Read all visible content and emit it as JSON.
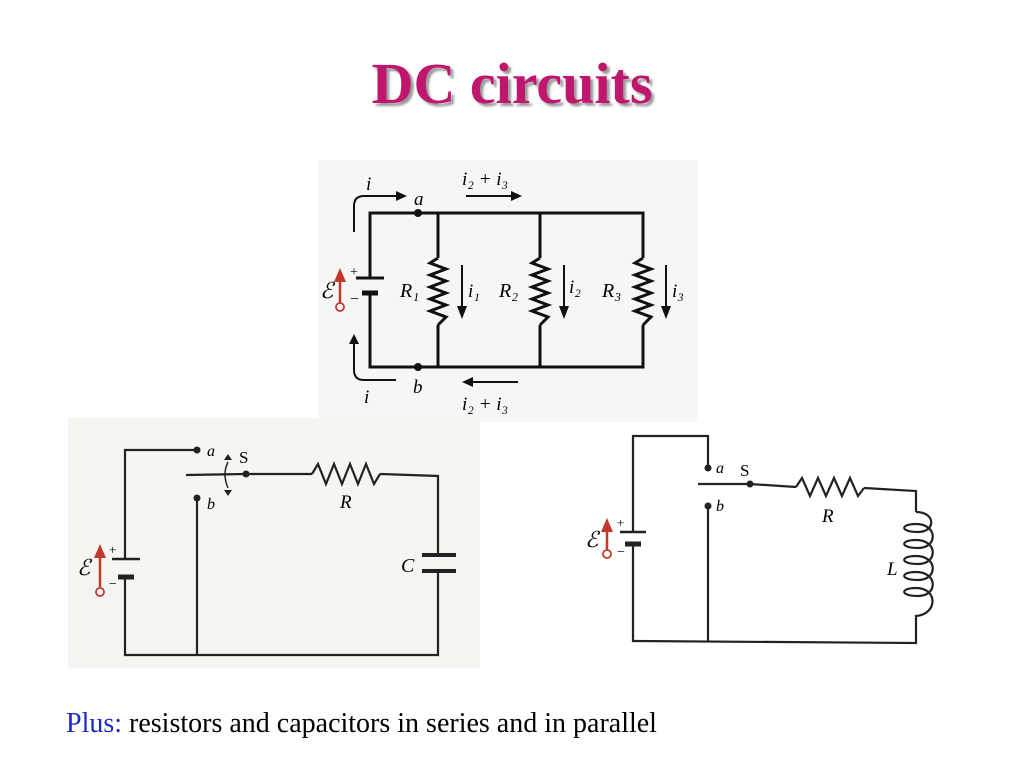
{
  "slide": {
    "title": "DC circuits",
    "footer_lead": "Plus:",
    "footer_text": " resistors and capacitors in series and in parallel"
  },
  "parallel_circuit": {
    "emf": "ℰ",
    "plus": "+",
    "minus": "−",
    "node_a": "a",
    "node_b": "b",
    "current_in": "i",
    "current_out": "i",
    "top_current": "i₂ + i₃",
    "bottom_current": "i₂ + i₃",
    "r1": "R₁",
    "r2": "R₂",
    "r3": "R₃",
    "i1": "i₁",
    "i2": "i₂",
    "i3": "i₃"
  },
  "rc_circuit": {
    "emf": "ℰ",
    "plus": "+",
    "minus": "−",
    "node_a": "a",
    "node_b": "b",
    "switch": "S",
    "resistor": "R",
    "capacitor": "C"
  },
  "rl_circuit": {
    "emf": "ℰ",
    "plus": "+",
    "minus": "−",
    "node_a": "a",
    "node_b": "b",
    "switch": "S",
    "resistor": "R",
    "inductor": "L"
  },
  "colors": {
    "title": "#c0166e",
    "footer_lead": "#1e28c8",
    "emf_arrow": "#c0392b",
    "panel_bg": "#f5f5f2"
  }
}
